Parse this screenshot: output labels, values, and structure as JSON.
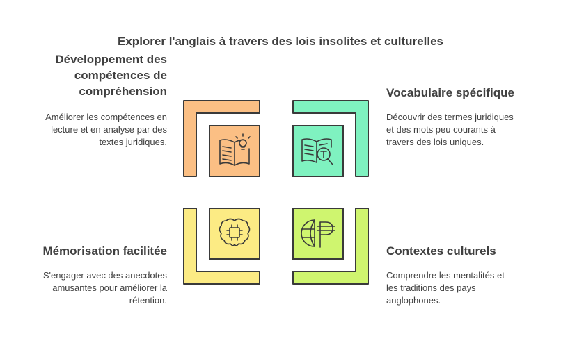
{
  "title": "Explorer l'anglais à travers des lois insolites et culturelles",
  "quadrants": {
    "top_left": {
      "heading_lines": [
        "Développement des",
        "compétences de",
        "compréhension"
      ],
      "description_lines": [
        "Améliorer les compétences en",
        "lecture et en analyse par des",
        "textes juridiques."
      ],
      "color": "#FBBF84",
      "icon": "book-lightbulb-icon"
    },
    "top_right": {
      "heading_lines": [
        "Vocabulaire spécifique"
      ],
      "description_lines": [
        "Découvrir des termes juridiques",
        "et des mots peu courants à",
        "travers des lois uniques."
      ],
      "color": "#7FF2C0",
      "icon": "book-magnifier-icon"
    },
    "bottom_left": {
      "heading_lines": [
        "Mémorisation facilitée"
      ],
      "description_lines": [
        "S'engager avec des anecdotes",
        "amusantes pour améliorer la",
        "rétention."
      ],
      "color": "#FCEB84",
      "icon": "brain-chip-icon"
    },
    "bottom_right": {
      "heading_lines": [
        "Contextes culturels"
      ],
      "description_lines": [
        "Comprendre les mentalités et",
        "les traditions des pays",
        "anglophones."
      ],
      "color": "#CFF56F",
      "icon": "globe-currency-icon"
    }
  },
  "colors": {
    "stroke": "#3a3a3a",
    "text": "#404040"
  }
}
